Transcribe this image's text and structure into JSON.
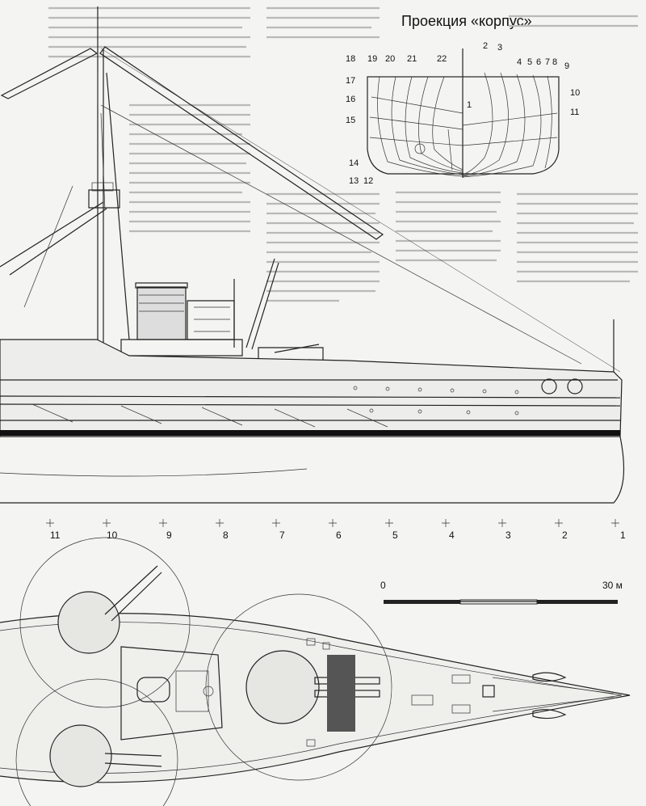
{
  "body_plan": {
    "title": "Проекция «корпус»",
    "station_labels": [
      "1",
      "2",
      "3",
      "4",
      "5",
      "6",
      "7",
      "8",
      "9",
      "10",
      "11",
      "12",
      "13",
      "14",
      "15",
      "16",
      "17",
      "18",
      "19",
      "20",
      "21",
      "22"
    ]
  },
  "plan_view": {
    "station_marks": [
      "11",
      "10",
      "9",
      "8",
      "7",
      "6",
      "5",
      "4",
      "3",
      "2",
      "1"
    ]
  },
  "scale_bar": {
    "start_label": "0",
    "end_label": "30 м"
  }
}
